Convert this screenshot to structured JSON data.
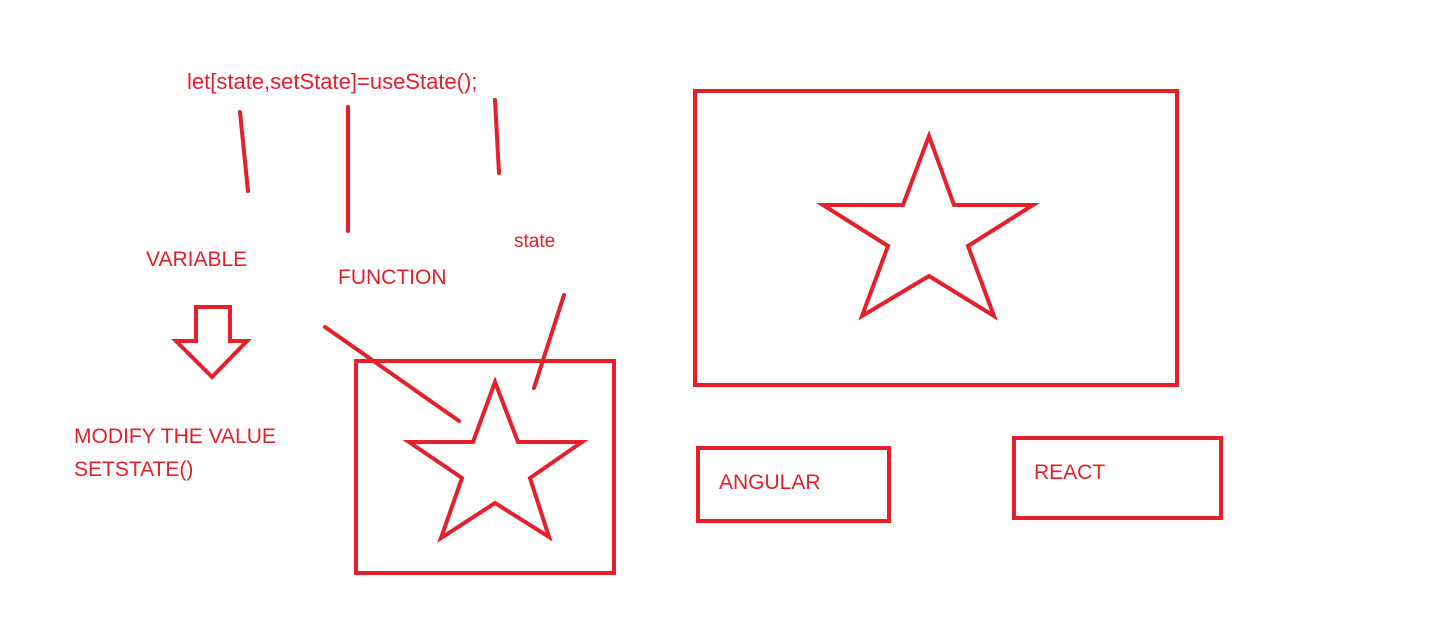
{
  "colors": {
    "ink": "#e5202b",
    "background": "#ffffff"
  },
  "annotations": {
    "code": "let[state,setState]=useState();",
    "variable": "VARIABLE",
    "function": "FUNCTION",
    "state": "state",
    "modify_line1": "MODIFY THE VALUE",
    "modify_line2": "SETSTATE()"
  },
  "boxes": {
    "angular": "ANGULAR",
    "react": "REACT"
  }
}
